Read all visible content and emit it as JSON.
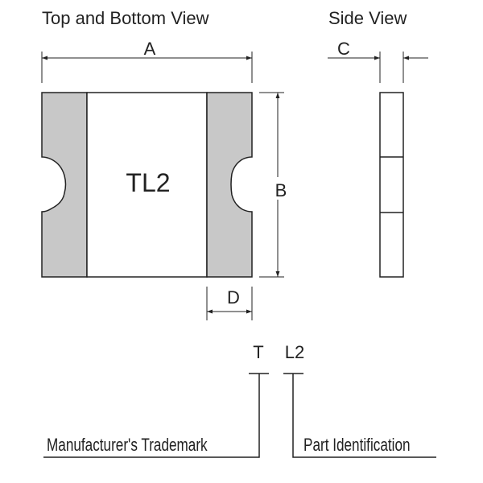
{
  "titles": {
    "top_bottom_view": "Top and Bottom View",
    "side_view": "Side View"
  },
  "dimensions": {
    "a": "A",
    "b": "B",
    "c": "C",
    "d": "D"
  },
  "body_marking": "TL2",
  "marking_legend": {
    "trademark_char": "T",
    "part_chars": "L2",
    "trademark_label": "Manufacturer's Trademark",
    "part_label": "Part Identification"
  },
  "colors": {
    "terminal_fill": "#c8c8c8",
    "line": "#222222"
  }
}
